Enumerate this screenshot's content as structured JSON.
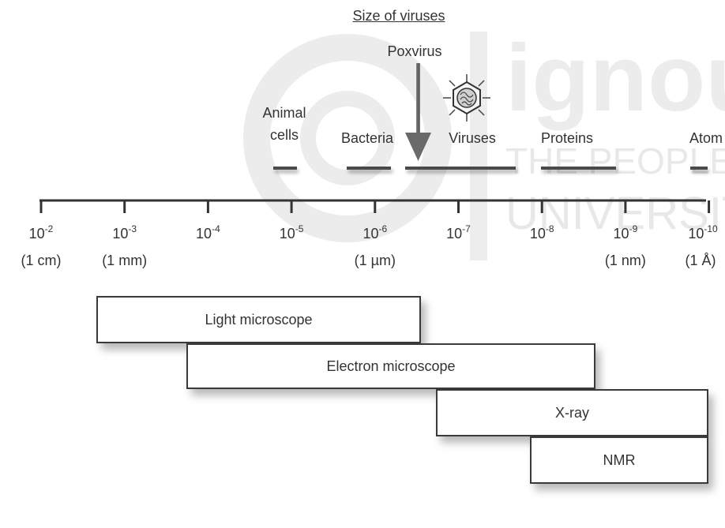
{
  "title": "Size of viruses",
  "pointer_label": "Poxvirus",
  "categories": [
    {
      "label_lines": [
        "Animal",
        "cells"
      ]
    },
    {
      "label_lines": [
        "Bacteria"
      ]
    },
    {
      "label_lines": [
        "Viruses"
      ]
    },
    {
      "label_lines": [
        "Proteins"
      ]
    },
    {
      "label_lines": [
        "Atom"
      ]
    }
  ],
  "axis_ticks": [
    {
      "base": "10",
      "exp": "-2",
      "unit": "(1 cm)"
    },
    {
      "base": "10",
      "exp": "-3",
      "unit": "(1 mm)"
    },
    {
      "base": "10",
      "exp": "-4",
      "unit": ""
    },
    {
      "base": "10",
      "exp": "-5",
      "unit": ""
    },
    {
      "base": "10",
      "exp": "-6",
      "unit": "(1 µm)"
    },
    {
      "base": "10",
      "exp": "-7",
      "unit": ""
    },
    {
      "base": "10",
      "exp": "-8",
      "unit": ""
    },
    {
      "base": "10",
      "exp": "-9",
      "unit": "(1 nm)"
    },
    {
      "base": "10",
      "exp": "-10",
      "unit": "(1 Å)"
    }
  ],
  "instruments": [
    {
      "label": "Light microscope"
    },
    {
      "label": "Electron microscope"
    },
    {
      "label": "X-ray"
    },
    {
      "label": "NMR"
    }
  ],
  "watermark_text": [
    "ignou",
    "THE PEOPLE'S",
    "UNIVERSITY"
  ],
  "colors": {
    "line": "#3a3a3a",
    "watermark": "#e6e6e6"
  }
}
